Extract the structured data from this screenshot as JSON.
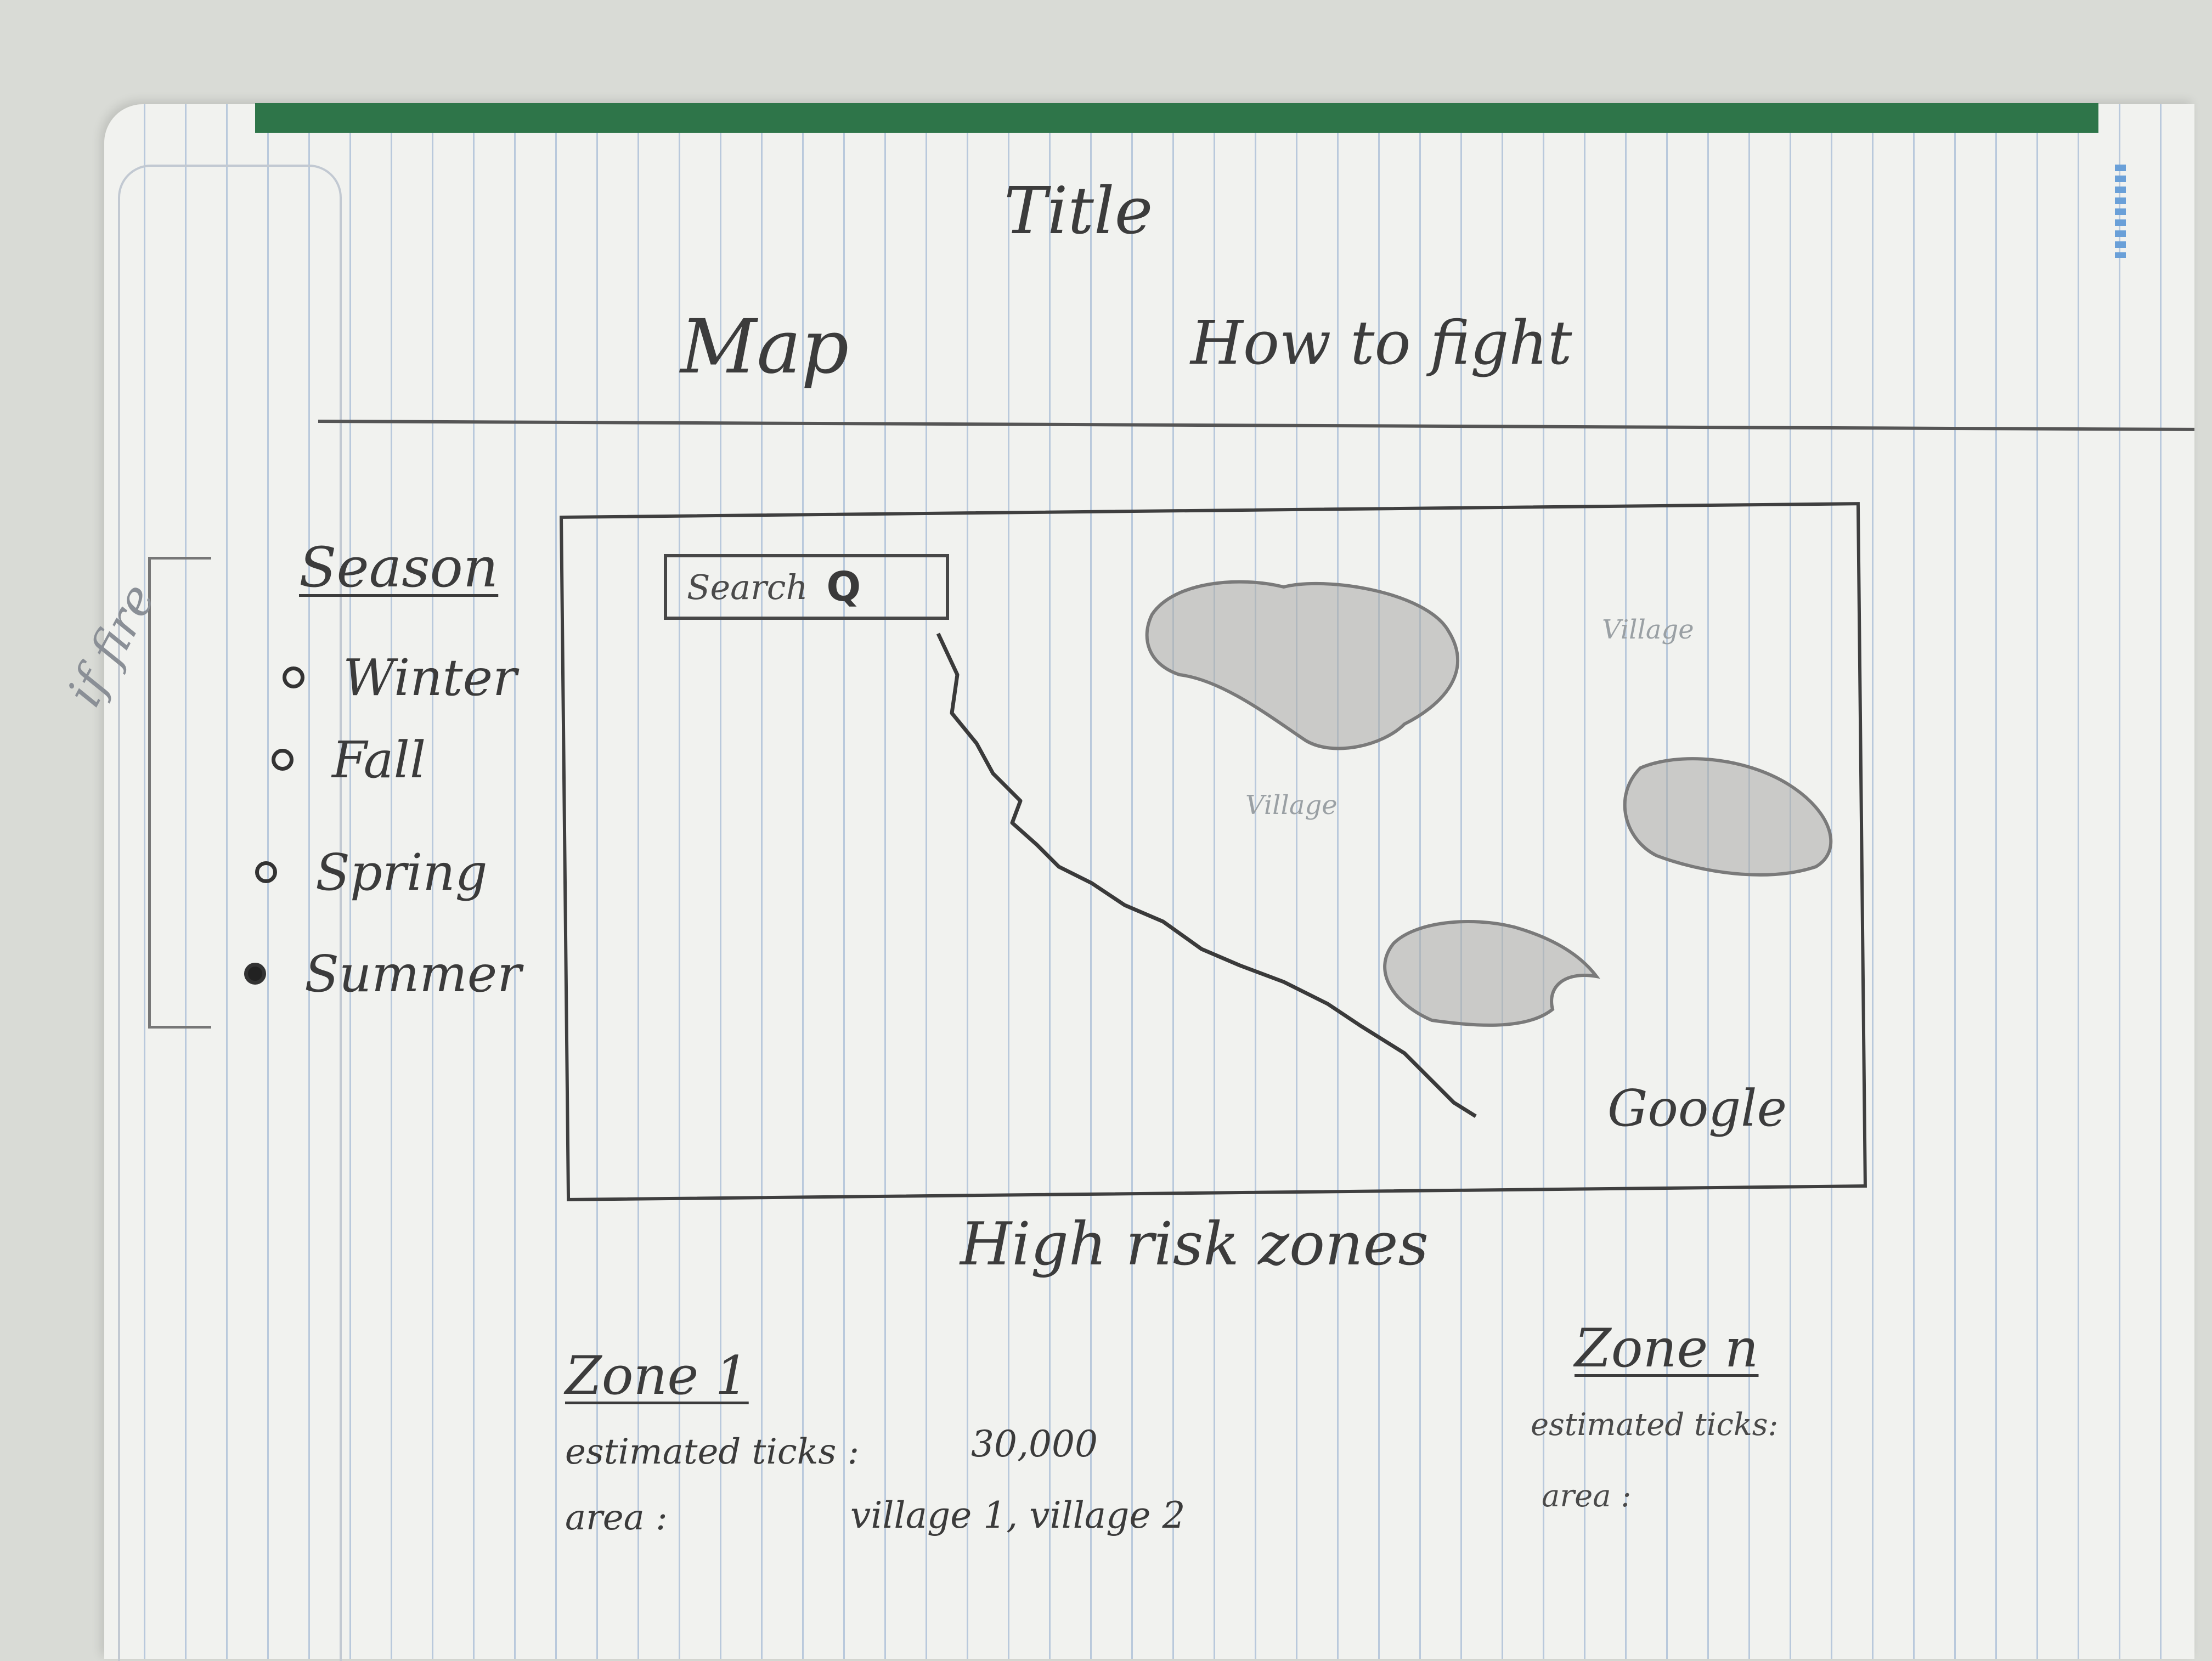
{
  "page": {
    "title": "Title",
    "nav": {
      "tabs": [
        "Map",
        "How to fight"
      ]
    },
    "filter": {
      "note": "if fire",
      "heading": "Season",
      "options": [
        {
          "label": "Winter",
          "selected": false
        },
        {
          "label": "Fall",
          "selected": false
        },
        {
          "label": "Spring",
          "selected": false
        },
        {
          "label": "Summer",
          "selected": true
        }
      ]
    },
    "map": {
      "search": {
        "label": "Search",
        "icon": "search-icon"
      },
      "labels": [
        "Village",
        "Village"
      ],
      "provider": "Google"
    },
    "risk": {
      "heading": "High risk zones",
      "zones": [
        {
          "title": "Zone 1",
          "ticks_label": "estimated ticks :",
          "ticks_value": "30,000",
          "area_label": "area :",
          "area_value": "village 1, village 2"
        },
        {
          "title": "Zone n",
          "ticks_label": "estimated ticks:",
          "area_label": "area :"
        }
      ]
    }
  },
  "colors": {
    "strip": "#2e7549",
    "ink": "#3c3c3c",
    "pencil": "#8a8f96",
    "paper": "#f1f2ef",
    "rule": "#b9c9dc"
  }
}
